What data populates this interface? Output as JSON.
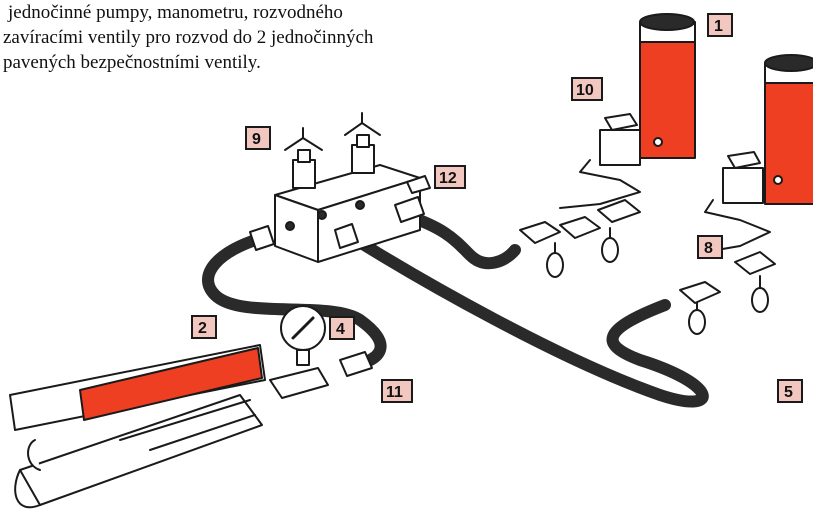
{
  "caption": {
    "lines": [
      "jednočinné pumpy, manometru, rozvodného",
      "zavíracími ventily pro rozvod do 2 jednočinných",
      "pavených bezpečnostními ventily."
    ]
  },
  "labels": [
    "1",
    "10",
    "9",
    "12",
    "8",
    "2",
    "4",
    "11",
    "5"
  ],
  "colors": {
    "red": "#ef3f22",
    "label_fill": "#f2c7c0",
    "outline": "#1a1a1a",
    "hose": "#2a2a2a"
  }
}
